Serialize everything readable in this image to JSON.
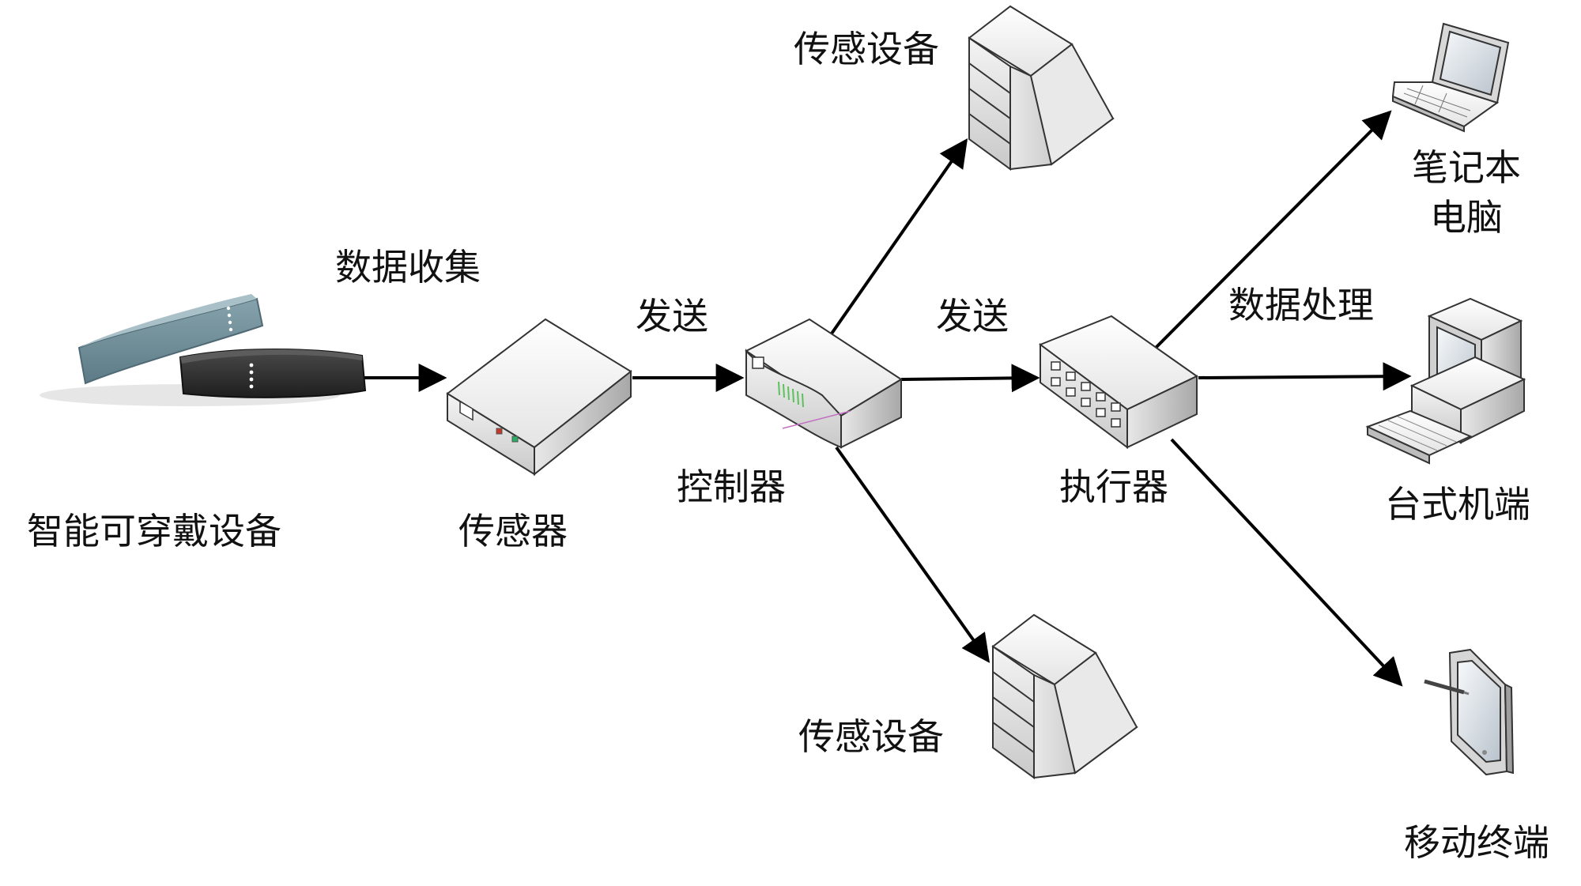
{
  "nodes": {
    "wearable": {
      "label": "智能可穿戴设备",
      "icon": "fitness-band-icon"
    },
    "sensor": {
      "label": "传感器",
      "icon": "sensor-box-icon"
    },
    "controller": {
      "label": "控制器",
      "icon": "router-icon"
    },
    "sensing_device_top": {
      "label": "传感设备",
      "icon": "server-tower-icon"
    },
    "sensing_device_bottom": {
      "label": "传感设备",
      "icon": "server-tower-icon"
    },
    "executor": {
      "label": "执行器",
      "icon": "network-switch-icon"
    },
    "laptop": {
      "label_line1": "笔记本",
      "label_line2": "电脑",
      "icon": "laptop-icon"
    },
    "desktop": {
      "label": "台式机端",
      "icon": "desktop-computer-icon"
    },
    "mobile": {
      "label": "移动终端",
      "icon": "tablet-stylus-icon"
    }
  },
  "edges": {
    "collect": "数据收集",
    "send_1": "发送",
    "send_2": "发送",
    "process": "数据处理"
  },
  "colors": {
    "line": "#000000",
    "band_teal": "#6f8e98",
    "band_black": "#2b2b2b",
    "device_light": "#f2f2f2",
    "device_mid": "#cfcfcf",
    "device_dark": "#9a9a9a"
  }
}
